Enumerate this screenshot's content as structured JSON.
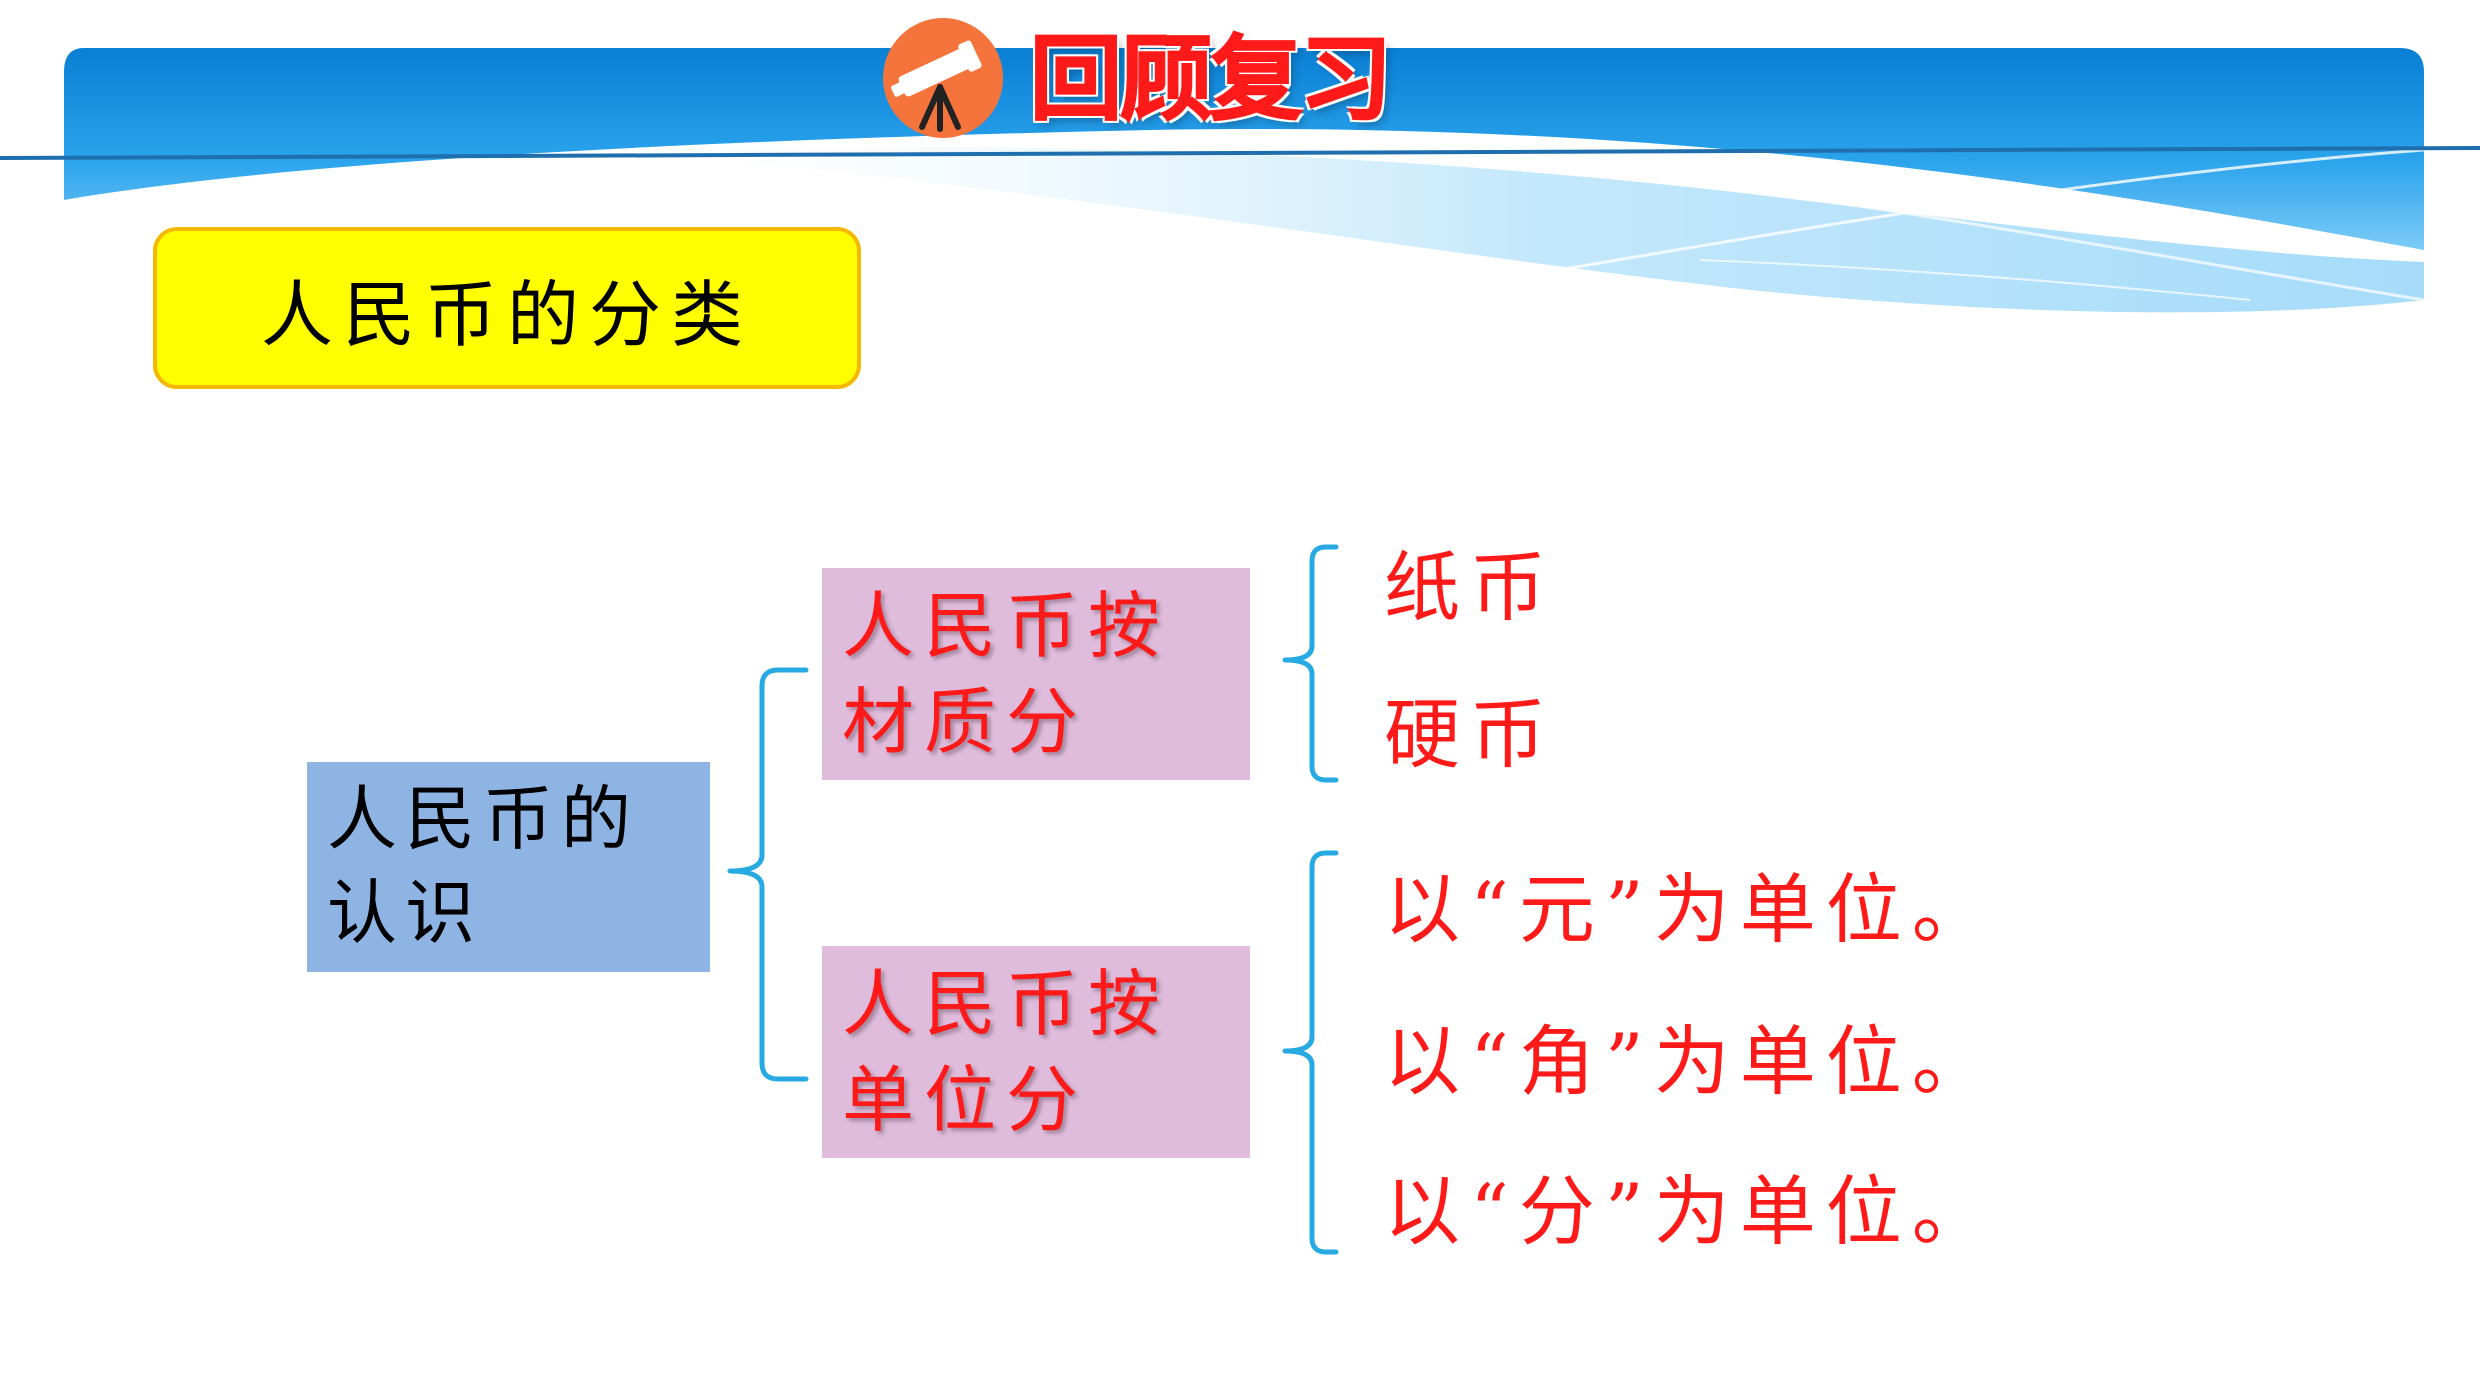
{
  "header": {
    "title": "回顾复习",
    "icon": "telescope-icon",
    "banner_color": "#0a84d6",
    "title_color": "#ff1a1a",
    "icon_bg_color": "#f4743b"
  },
  "section_label": {
    "text": "人民币的分类",
    "bg_color": "#ffff00"
  },
  "diagram": {
    "root": "人民币的认识",
    "branches": [
      {
        "label": "人民币按材质分",
        "leaves": [
          "纸币",
          "硬币"
        ]
      },
      {
        "label": "人民币按单位分",
        "leaves": [
          "以“元”为单位。",
          "以“角”为单位。",
          "以“分”为单位。"
        ]
      }
    ],
    "colors": {
      "root_bg": "#8eb4e3",
      "branch_bg": "#e0bcdc",
      "branch_text": "#ff1a1a",
      "bracket": "#27aae1"
    }
  }
}
